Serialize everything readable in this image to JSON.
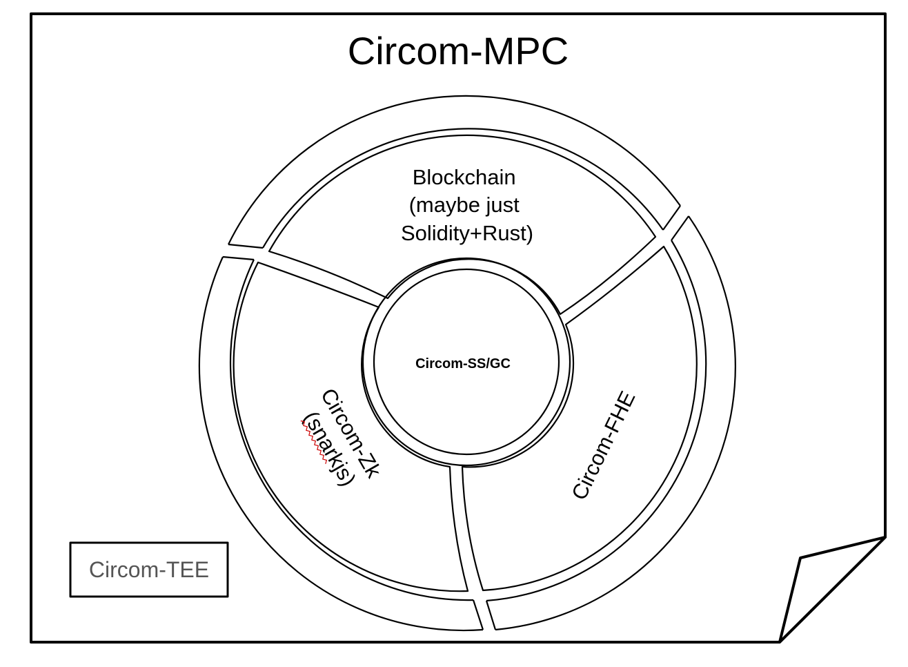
{
  "title": "Circom-MPC",
  "core": "Circom-SS/GC",
  "segments": {
    "blockchain": [
      "Blockchain",
      "(maybe just",
      "Solidity+Rust)"
    ],
    "zk": [
      "Circom-Zk",
      "(snarkjs)"
    ],
    "fhe": "Circom-FHE"
  },
  "tee": "Circom-TEE",
  "colors": {
    "stroke": "#000000",
    "tee_text": "#555555",
    "spellcheck_squiggle": "#cc0000"
  }
}
